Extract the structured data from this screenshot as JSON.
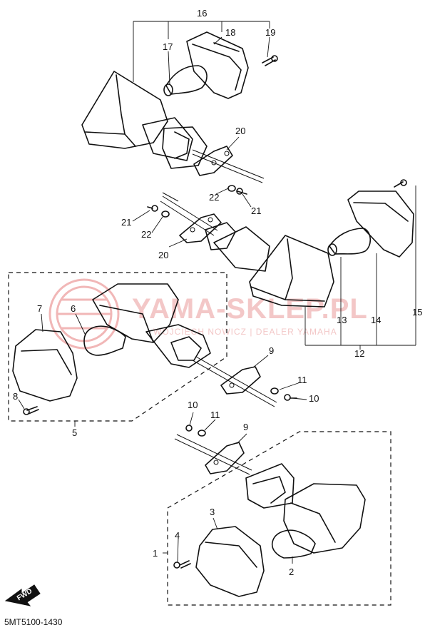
{
  "watermark": {
    "brand": "YAMA-SKLEP.PL",
    "subtitle": "WOJCIECH NOWICZ | DEALER YAMAHA"
  },
  "callouts": {
    "c1": "1",
    "c2": "2",
    "c3": "3",
    "c4": "4",
    "c5": "5",
    "c6": "6",
    "c7": "7",
    "c8": "8",
    "c9a": "9",
    "c9b": "9",
    "c10a": "10",
    "c10b": "10",
    "c11a": "11",
    "c11b": "11",
    "c12": "12",
    "c13": "13",
    "c14": "14",
    "c15": "15",
    "c16": "16",
    "c17": "17",
    "c18": "18",
    "c19": "19",
    "c20a": "20",
    "c20b": "20",
    "c21a": "21",
    "c21b": "21",
    "c22a": "22",
    "c22b": "22"
  },
  "fwd_label": "FWD",
  "diagram_code": "5MT5100-1430",
  "icons": {
    "direction_arrow": "fwd-arrow-icon",
    "watermark_logo": "yamaha-tuning-fork-logo"
  }
}
